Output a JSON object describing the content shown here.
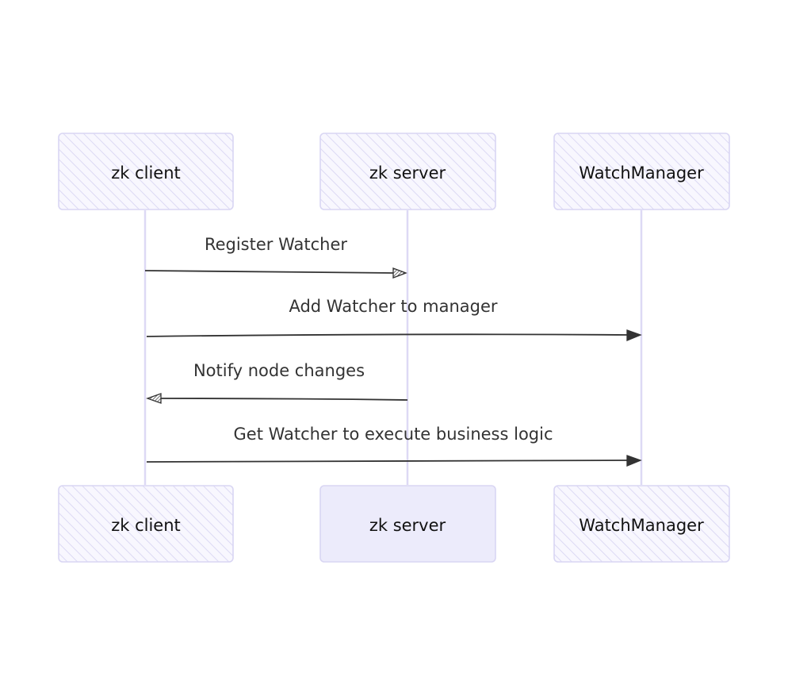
{
  "diagram": {
    "type": "sequence",
    "participants": [
      "zk client",
      "zk server",
      "WatchManager"
    ],
    "messages": [
      {
        "from": "zk client",
        "to": "zk server",
        "label": "Register Watcher"
      },
      {
        "from": "zk client",
        "to": "WatchManager",
        "label": "Add Watcher to manager"
      },
      {
        "from": "zk server",
        "to": "zk client",
        "label": "Notify node changes"
      },
      {
        "from": "zk client",
        "to": "WatchManager",
        "label": "Get Watcher to execute business logic"
      }
    ],
    "colors": {
      "actor_fill": "#ecebfb",
      "actor_border": "#d9d6f3",
      "hatch": "#d8d5f2",
      "lifeline": "#ddd9f5",
      "arrow": "#333333",
      "text": "#111111"
    }
  }
}
